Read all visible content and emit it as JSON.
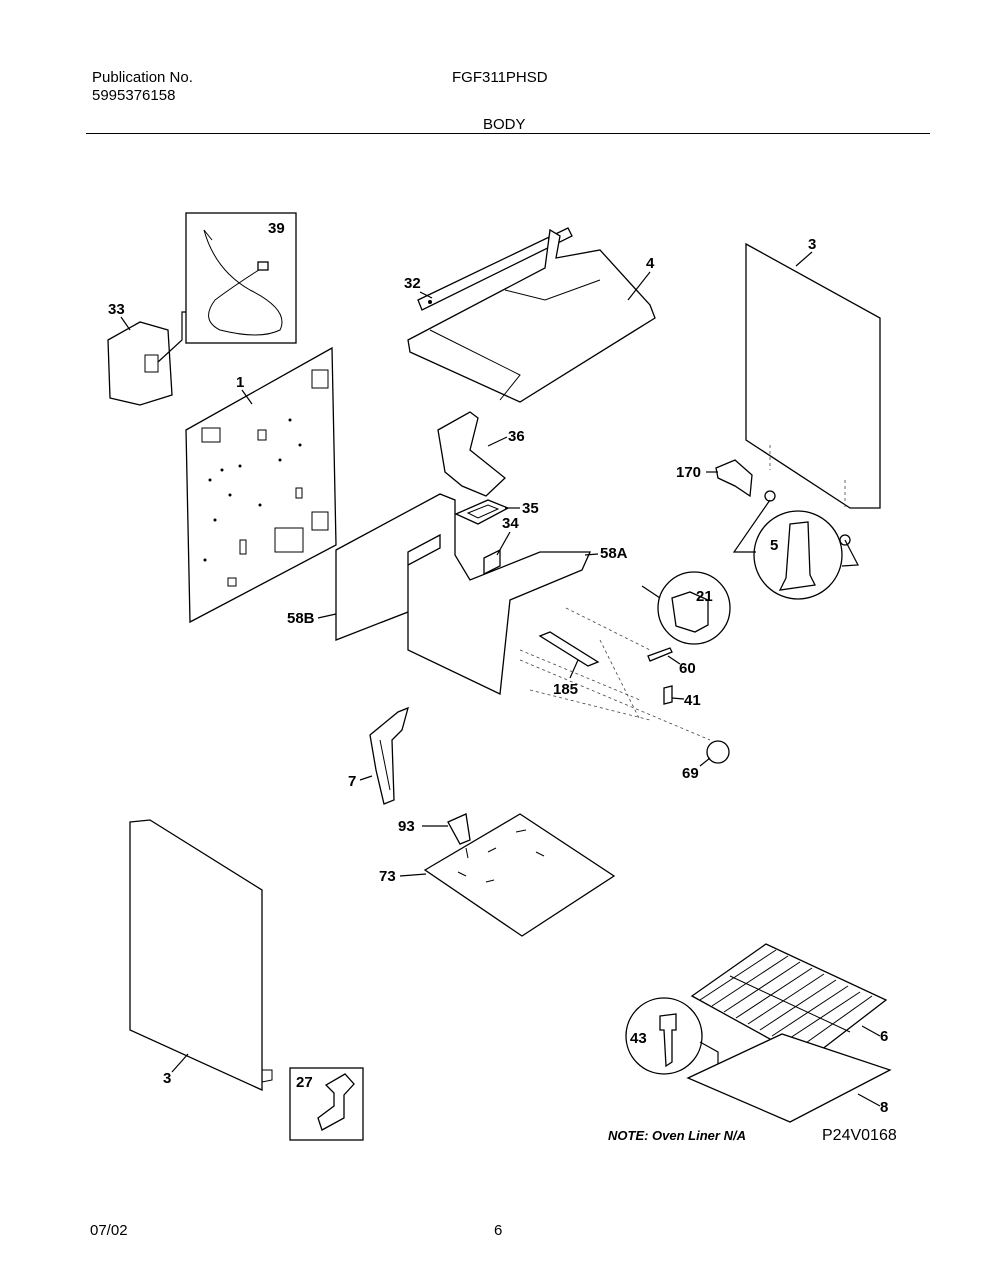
{
  "header": {
    "publication_label": "Publication No.",
    "publication_number": "5995376158",
    "model": "FGF311PHSD",
    "section": "BODY"
  },
  "footer": {
    "date": "07/02",
    "page": "6"
  },
  "diagram": {
    "note": "NOTE: Oven Liner N/A",
    "drawing_code": "P24V0168",
    "callouts": [
      "39",
      "33",
      "32",
      "4",
      "3",
      "1",
      "36",
      "35",
      "34",
      "58A",
      "58B",
      "170",
      "5",
      "21",
      "60",
      "185",
      "41",
      "7",
      "69",
      "93",
      "73",
      "43",
      "6",
      "8",
      "27"
    ]
  }
}
